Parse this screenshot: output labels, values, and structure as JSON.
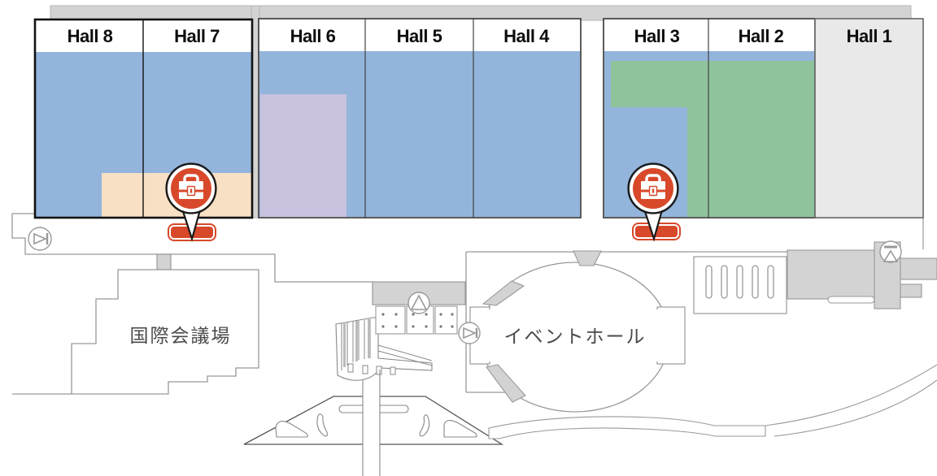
{
  "map_title": "venue-floor-map",
  "halls": [
    {
      "id": "hall8",
      "label": "Hall 8"
    },
    {
      "id": "hall7",
      "label": "Hall 7"
    },
    {
      "id": "hall6",
      "label": "Hall 6"
    },
    {
      "id": "hall5",
      "label": "Hall 5"
    },
    {
      "id": "hall4",
      "label": "Hall 4"
    },
    {
      "id": "hall3",
      "label": "Hall 3"
    },
    {
      "id": "hall2",
      "label": "Hall 2"
    },
    {
      "id": "hall1",
      "label": "Hall 1"
    }
  ],
  "buildings": {
    "conference_hall": "国際会議場",
    "event_hall": "イベントホール"
  },
  "markers": [
    {
      "id": "briefcase-pin-hall7",
      "icon": "briefcase-icon"
    },
    {
      "id": "briefcase-pin-hall3",
      "icon": "briefcase-icon"
    }
  ],
  "icons": {
    "gate_left": "gate-icon",
    "gate_center": "gate-icon",
    "stairs_triangle": "stairs-triangle-icon",
    "escalator_right": "escalator-icon",
    "pin_glyph": "briefcase-icon"
  },
  "colors": {
    "blue": "#93b4db",
    "green": "#8fc39b",
    "purple": "#c9c2df",
    "peach": "#f8e0c5",
    "hall1_gray": "#e9e9e9",
    "concourse_gray": "#d3d3d3",
    "marker_red": "#d7492a",
    "outline": "#999999",
    "dark_outline": "#1a1a1a",
    "text_dark": "#4a4a4a"
  }
}
